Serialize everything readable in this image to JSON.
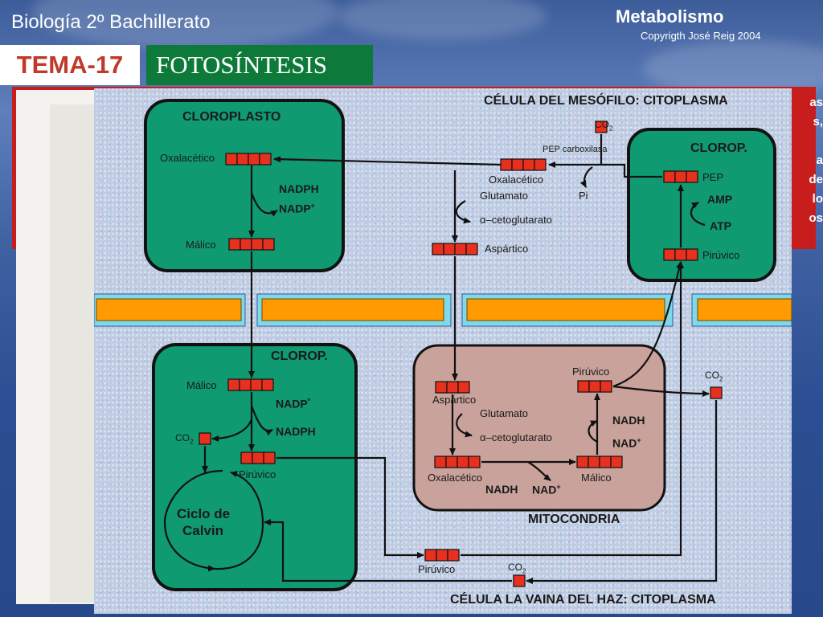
{
  "header": {
    "subject": "Biología 2º Bachillerato",
    "module_title": "Metabolismo",
    "copyright": "Copyrigth José Reig 2004",
    "tema_label": "TEMA-17",
    "topic_title": "FOTOSÍNTESIS"
  },
  "right_text_fragments": [
    "as",
    "s,",
    "",
    "a",
    "de",
    "lo",
    "os"
  ],
  "diagram": {
    "mesophyll_header": "CÉLULA DEL MESÓFILO: CITOPLASMA",
    "bundle_sheath_header": "CÉLULA LA VAINA DEL HAZ: CITOPLASMA",
    "chloroplast_main": "CLOROPLASTO",
    "chloroplast_small": "CLOROP.",
    "chloroplast_sheath": "CLOROP.",
    "mitochondria": "MITOCONDRIA",
    "labels": {
      "co2": "CO",
      "co2_sub": "2",
      "pep_carboxylase": "PEP carboxilasa",
      "oxaloacetate": "Oxalacético",
      "glutamate": "Glutamato",
      "pi": "Pi",
      "alpha_ketoglutarate": "α–cetoglutarato",
      "aspartate": "Aspártico",
      "malate": "Málico",
      "pyruvate": "Pirúvico",
      "pep": "PEP",
      "amp": "AMP",
      "atp": "ATP",
      "nadph": "NADPH",
      "nadp": "NADP",
      "nadp_plus_sup": "+",
      "nadp_star_sup": "*",
      "nadh": "NADH",
      "nad": "NAD",
      "nad_plus_sup": "+",
      "calvin_line1": "Ciclo de",
      "calvin_line2": "Calvin"
    },
    "colors": {
      "chloroplast_fill": "#0f9a72",
      "chloroplast_border": "#121212",
      "mitochondria_fill": "#caa29c",
      "membrane_orange": "#ff9a00",
      "membrane_cyan": "#7fd9ea",
      "molecule_red": "#e8301e"
    }
  }
}
